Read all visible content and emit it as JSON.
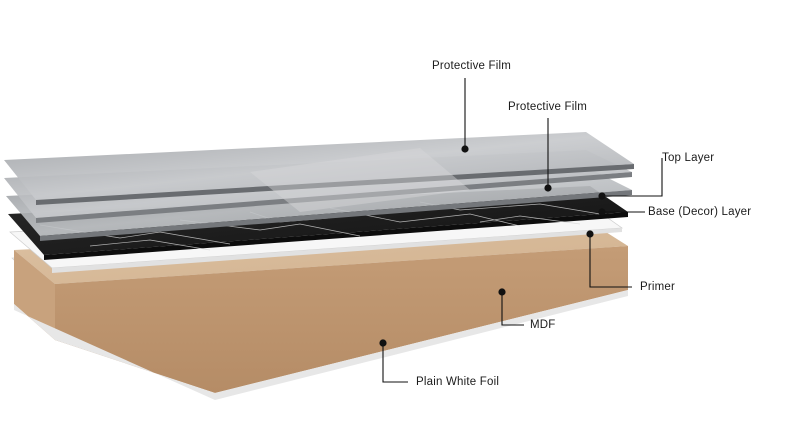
{
  "labels": {
    "protective_film_top": "Protective Film",
    "protective_film_second": "Protective Film",
    "top_layer": "Top Layer",
    "base_decor_layer": "Base (Decor) Layer",
    "primer": "Primer",
    "mdf": "MDF",
    "plain_white_foil": "Plain White Foil"
  },
  "colors": {
    "film_edge": "#6f7377",
    "film_face": "#b9bcc0",
    "decor_black": "#1a1a1a",
    "primer_white": "#f4f4f4",
    "mdf_face": "#d8bc9c",
    "mdf_edge": "#c9a581",
    "leader_line": "#111111"
  }
}
